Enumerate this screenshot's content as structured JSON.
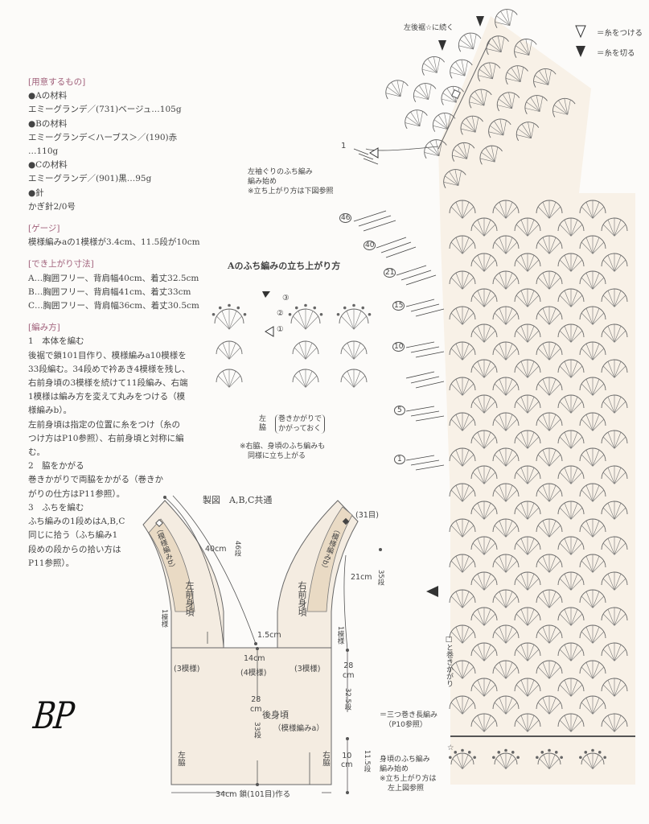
{
  "materials": {
    "heading": "[用意するもの]",
    "lines": [
      "●Aの材料",
      "エミーグランデ／(731)ベージュ…105g",
      "●Bの材料",
      "エミーグランデ＜ハーブス＞／(190)赤",
      "…110g",
      "●Cの材料",
      "エミーグランデ／(901)黒…95g",
      "●針",
      "かぎ針2/0号"
    ]
  },
  "gauge": {
    "heading": "[ゲージ]",
    "text": "模様編みaの1模様が3.4cm、11.5段が10cm"
  },
  "size": {
    "heading": "[でき上がり寸法]",
    "lines": [
      "A…胸囲フリー、背肩幅40cm、着丈32.5cm",
      "B…胸囲フリー、背肩幅41cm、着丈33cm",
      "C…胸囲フリー、背肩幅36cm、着丈30.5cm"
    ]
  },
  "method": {
    "heading": "[編み方]",
    "lines": [
      "1　本体を編む",
      "後裾で鎖101目作り、模様編みa10模様を",
      "33段編む。34段めで衿あき4模様を残し、",
      "右前身頃の3模様を続けて11段編み、右端",
      "1模様は編み方を変えて丸みをつける（模",
      "様編みb）。",
      "左前身頃は指定の位置に糸をつけ（糸の",
      "つけ方はP10参照）、右前身頃と対称に編",
      "む。",
      "2　脇をかがる",
      "巻きかがりで両脇をかがる（巻きか",
      "がりの仕方はP11参照）。",
      "3　ふちを編む",
      "ふち編みの1段めはA,B,C",
      "同じに拾う（ふち編み1",
      "段めの段からの拾い方は",
      "P11参照）。"
    ]
  },
  "legend": {
    "attach": "＝糸をつける",
    "cut": "＝糸を切る"
  },
  "chart": {
    "continue_note": "左後裾☆に続く",
    "armhole_note": [
      "左袖ぐりのふち編み",
      "編み始め",
      "※立ち上がり方は下図参照"
    ],
    "row_markers": [
      "1",
      "46",
      "40",
      "21",
      "15",
      "10",
      "5",
      "1"
    ],
    "whipstitch_note": "□と巻きかがり",
    "triple_treble_note": "＝三つ巻き長編み",
    "triple_treble_ref": "（P10参照）",
    "body_edge_note": [
      "身頃のふち編み",
      "編み始め",
      "※立ち上がり方は",
      "左上図参照"
    ],
    "star": "☆"
  },
  "edge_detail": {
    "title": "Aのふち編みの立ち上がり方",
    "steps": [
      "①",
      "②",
      "③"
    ],
    "side_label": "左脇",
    "side_note": [
      "巻きかがりで",
      "かがっておく"
    ],
    "footnote": [
      "※右脇、身頃のふち編みも",
      "同様に立ち上がる"
    ]
  },
  "schematic": {
    "title": "製図　A,B,C共通",
    "left_front": "左前身頃",
    "right_front": "右前身頃",
    "pattern_b": "（模様編みb）",
    "back": "後身頃",
    "back_pattern": "（模様編みa）",
    "dims": {
      "strap_len": "40cm",
      "strap_rows": "46段",
      "right_top": "(31目)",
      "right_len": "21cm",
      "right_rows": "35段",
      "one_motif_l": "1模様",
      "one_motif_r": "1模様",
      "neck_drop": "1.5cm",
      "three_l": "(3模様)",
      "three_r": "(3模様)",
      "neck_w": "14cm",
      "neck_motifs": "(4模様)",
      "body_h": "28",
      "body_h_unit": "cm",
      "body_rows": "33段",
      "right_h": "28",
      "right_h_unit": "cm",
      "right_rows2": "32.5段",
      "side_h": "10",
      "side_h_unit": "cm",
      "side_rows": "11.5段",
      "left_side": "左脇",
      "right_side": "右脇",
      "bottom": "34cm 鎖(101目)作る"
    }
  },
  "logo": "BP"
}
